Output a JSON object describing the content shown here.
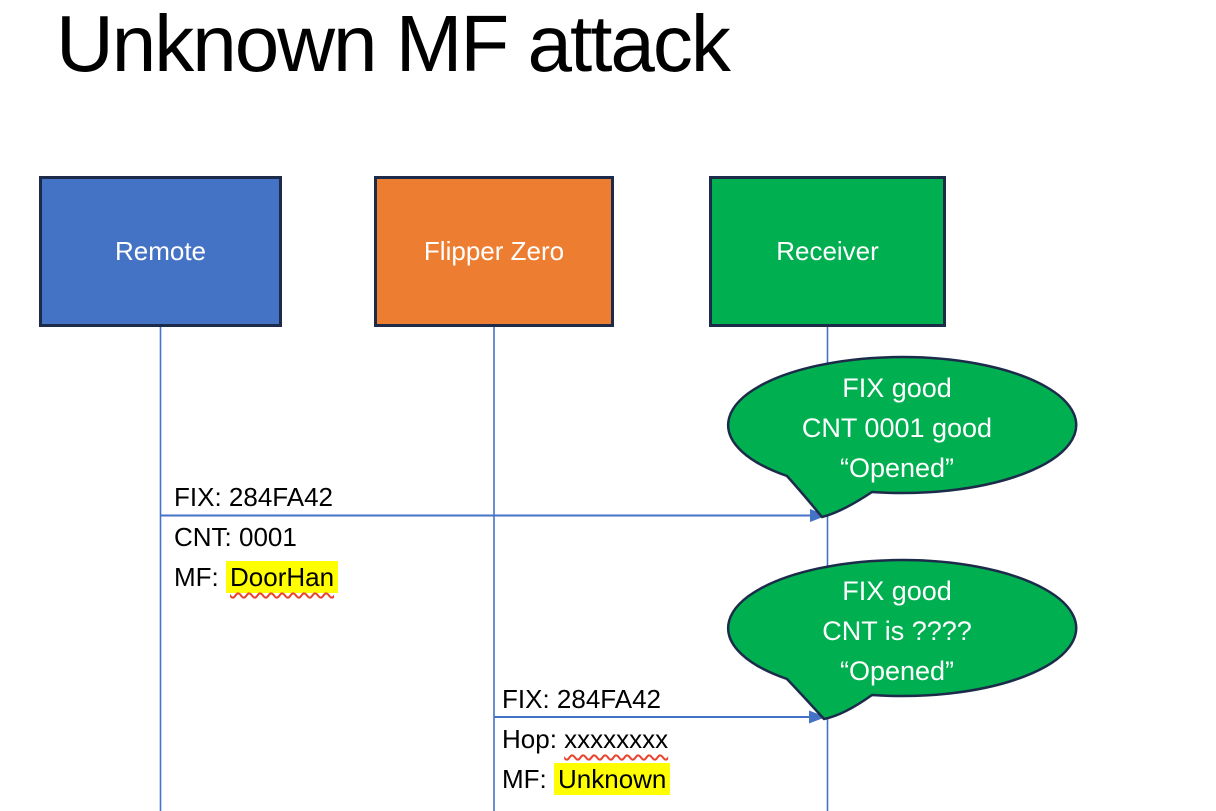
{
  "slide": {
    "title": "Unknown MF attack",
    "background": "#FFFFFF"
  },
  "actors": [
    {
      "label": "Remote",
      "fill": "#4472C4"
    },
    {
      "label": "Flipper Zero",
      "fill": "#ED7D31"
    },
    {
      "label": "Receiver",
      "fill": "#00B050"
    }
  ],
  "messages": [
    {
      "from": "Remote",
      "to": "Receiver",
      "line1": "FIX: 284FA42",
      "line2": "CNT: 0001",
      "line3_prefix": "MF: ",
      "line3_value": "DoorHan"
    },
    {
      "from": "Flipper Zero",
      "to": "Receiver",
      "line1": "FIX: 284FA42",
      "line2_prefix": "Hop: ",
      "line2_value": "xxxxxxxx",
      "line3_prefix": "MF: ",
      "line3_value": "Unknown"
    }
  ],
  "callouts": [
    {
      "attached_to": "Receiver",
      "line1": "FIX good",
      "line2": "CNT 0001 good",
      "line3": "“Opened”",
      "fill": "#00B050"
    },
    {
      "attached_to": "Receiver",
      "line1": "FIX good",
      "line2": "CNT is ????",
      "line3": "“Opened”",
      "fill": "#00B050"
    }
  ],
  "colors": {
    "outline_navy": "#1C2B4A",
    "connector_blue": "#4472C4",
    "highlight_yellow": "#FFFF00",
    "spellcheck_red": "#E8442E",
    "text_black": "#000000",
    "text_white": "#FFFFFF"
  }
}
